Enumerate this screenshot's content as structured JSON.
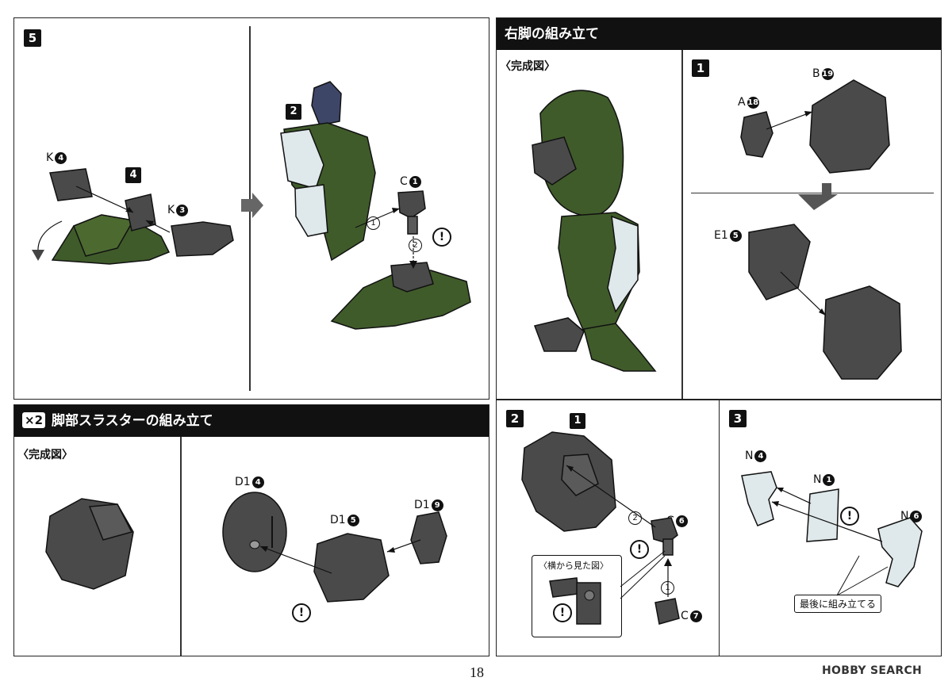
{
  "step5": {
    "badge": "5",
    "sub_badge_left": "4",
    "sub_badge_right": "2",
    "k4": "K",
    "k4_num": "4",
    "k3": "K",
    "k3_num": "3",
    "c1": "C",
    "c1_num": "1",
    "order1": "1",
    "order2": "2"
  },
  "thruster": {
    "multiplier": "×2",
    "title": "脚部スラスターの組み立て",
    "complete_caption": "〈完成図〉",
    "d1a": "D1",
    "d1a_num": "4",
    "d1b": "D1",
    "d1b_num": "5",
    "d1c": "D1",
    "d1c_num": "9"
  },
  "right_leg": {
    "title": "右脚の組み立て",
    "complete_caption": "〈完成図〉",
    "step1_badge": "1",
    "a": "A",
    "a_num": "18",
    "b": "B",
    "b_num": "19",
    "e1": "E1",
    "e1_num": "5"
  },
  "step2": {
    "badge": "2",
    "sub_badge": "1",
    "c6": "C",
    "c6_num": "6",
    "c7": "C",
    "c7_num": "7",
    "side_view": "〈横から見た図〉",
    "order1": "1",
    "order2": "2"
  },
  "step3": {
    "badge": "3",
    "n4": "N",
    "n4_num": "4",
    "n1": "N",
    "n1_num": "1",
    "n6": "N",
    "n6_num": "6",
    "note": "最後に組み立てる"
  },
  "caution": "!",
  "footer": {
    "page_number": "18",
    "watermark": "HOBBY SEARCH"
  }
}
